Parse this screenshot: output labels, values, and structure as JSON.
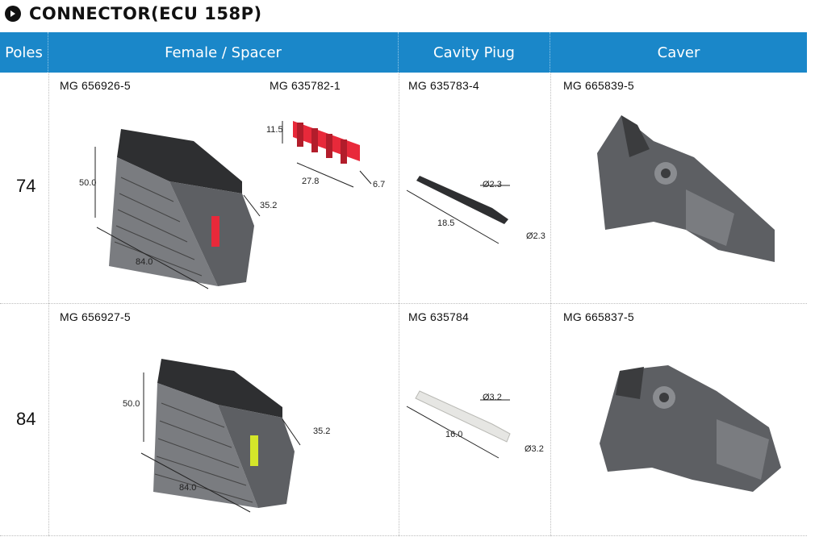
{
  "title": "CONNECTOR(ECU 158P)",
  "colors": {
    "header": "#1a87c9",
    "spacer_red": "#e8293a",
    "spacer_yellow": "#d4e62a",
    "connector_gray": "#7a7c80"
  },
  "header": {
    "poles": "Poles",
    "female_spacer": "Female / Spacer",
    "cavity_plug": "Cavity Piug",
    "cover": "Caver"
  },
  "rows": [
    {
      "poles": "74",
      "female_part": "MG 656926-5",
      "spacer_part": "MG 635782-1",
      "plug_part": "MG 635783-4",
      "cover_part": "MG 665839-5",
      "dims": {
        "height": "50.0",
        "depth": "35.2",
        "width": "84.0",
        "spacer_h": "11.5",
        "spacer_w": "27.8",
        "spacer_d": "6.7",
        "plug_dia1": "Ø2.3",
        "plug_len": "18.5",
        "plug_dia2": "Ø2.3"
      }
    },
    {
      "poles": "84",
      "female_part": "MG 656927-5",
      "plug_part": "MG 635784",
      "cover_part": "MG 665837-5",
      "dims": {
        "height": "50.0",
        "depth": "35.2",
        "width": "84.0",
        "plug_dia1": "Ø3.2",
        "plug_len": "16.0",
        "plug_dia2": "Ø3.2"
      }
    }
  ]
}
